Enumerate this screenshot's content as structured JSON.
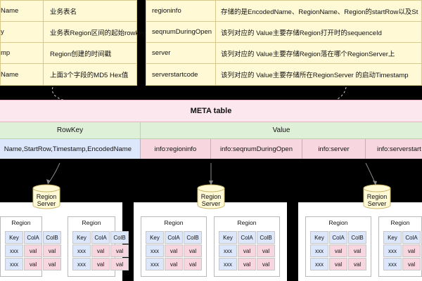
{
  "left_table": {
    "rows": [
      {
        "key": "Name",
        "value": "业务表名"
      },
      {
        "key": "y",
        "value": "业务表Region区间的起始rowkey"
      },
      {
        "key": "mp",
        "value": "Region创建的时间戳"
      },
      {
        "key": "Name",
        "value": "上面3个字段的MD5 Hex值"
      }
    ]
  },
  "right_table": {
    "rows": [
      {
        "key": "regioninfo",
        "value": "存储的是EncodedName、RegionName、Region的startRow以及St"
      },
      {
        "key": "seqnumDuringOpen",
        "value": "该列对应的 Value主要存储Region打开时的sequenceId"
      },
      {
        "key": "server",
        "value": "该列对应的 Value主要存储Region落在哪个RegionServer上"
      },
      {
        "key": "serverstartcode",
        "value": "该列对应的 Value主要存储所在RegionServer 的启动Timestamp"
      }
    ]
  },
  "meta": {
    "title": "META table",
    "rowkey_header": "RowKey",
    "value_header": "Value",
    "rowkey_cell": "Name,StartRow,Timestamp,EncodedName",
    "value_cells": [
      "info:regioninfo",
      "info:seqnumDuringOpen",
      "info:server",
      "info:serverstart"
    ]
  },
  "servers": [
    {
      "label_line1": "Region",
      "label_line2": "Server"
    },
    {
      "label_line1": "Region",
      "label_line2": "Server"
    },
    {
      "label_line1": "Region",
      "label_line2": "Server"
    }
  ],
  "region": {
    "title": "Region",
    "headers": [
      "Key",
      "ColA",
      "ColB"
    ],
    "row_key": "xxx",
    "row_val": "val"
  }
}
